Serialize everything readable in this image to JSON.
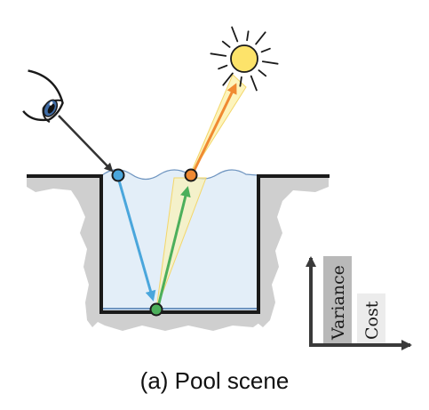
{
  "caption": "(a) Pool scene",
  "legend": {
    "variance_label": "Variance",
    "cost_label": "Cost"
  },
  "colors": {
    "camera_ray": "#4aa6dc",
    "light_ray": "#4caf5b",
    "sun_ray": "#f08a32",
    "water": "#e3eef8",
    "sun": "#fde36a",
    "cone": "#fdf2b0",
    "ground_grey": "#c8c8c8",
    "variance_bar": "#b9b9b9",
    "cost_bar": "#ececec"
  },
  "icons": [
    "eye-icon",
    "sun-icon"
  ]
}
